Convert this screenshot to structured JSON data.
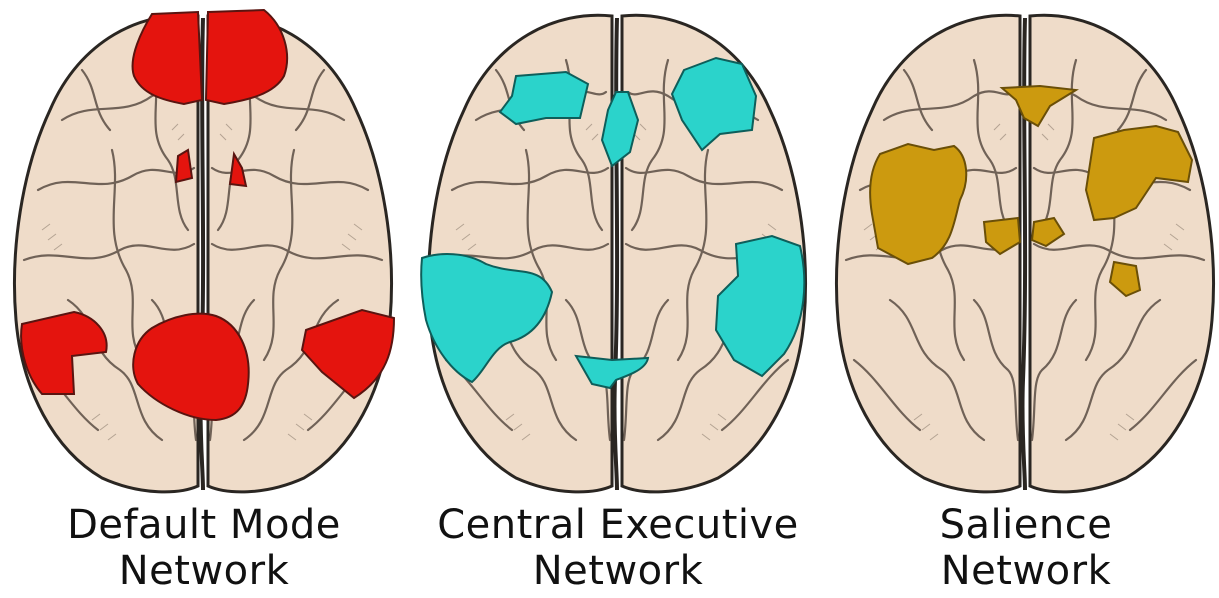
{
  "panels": [
    {
      "network": "default-mode",
      "caption_line1": "Default Mode",
      "caption_line2": "Network",
      "highlight_color": "#e4140e"
    },
    {
      "network": "central-executive",
      "caption_line1": "Central Executive",
      "caption_line2": "Network",
      "highlight_color": "#2bd3cb"
    },
    {
      "network": "salience",
      "caption_line1": "Salience",
      "caption_line2": "Network",
      "highlight_color": "#cc9a0f"
    }
  ],
  "brain_color": "#efdcc9",
  "outline_color": "#2a2622"
}
